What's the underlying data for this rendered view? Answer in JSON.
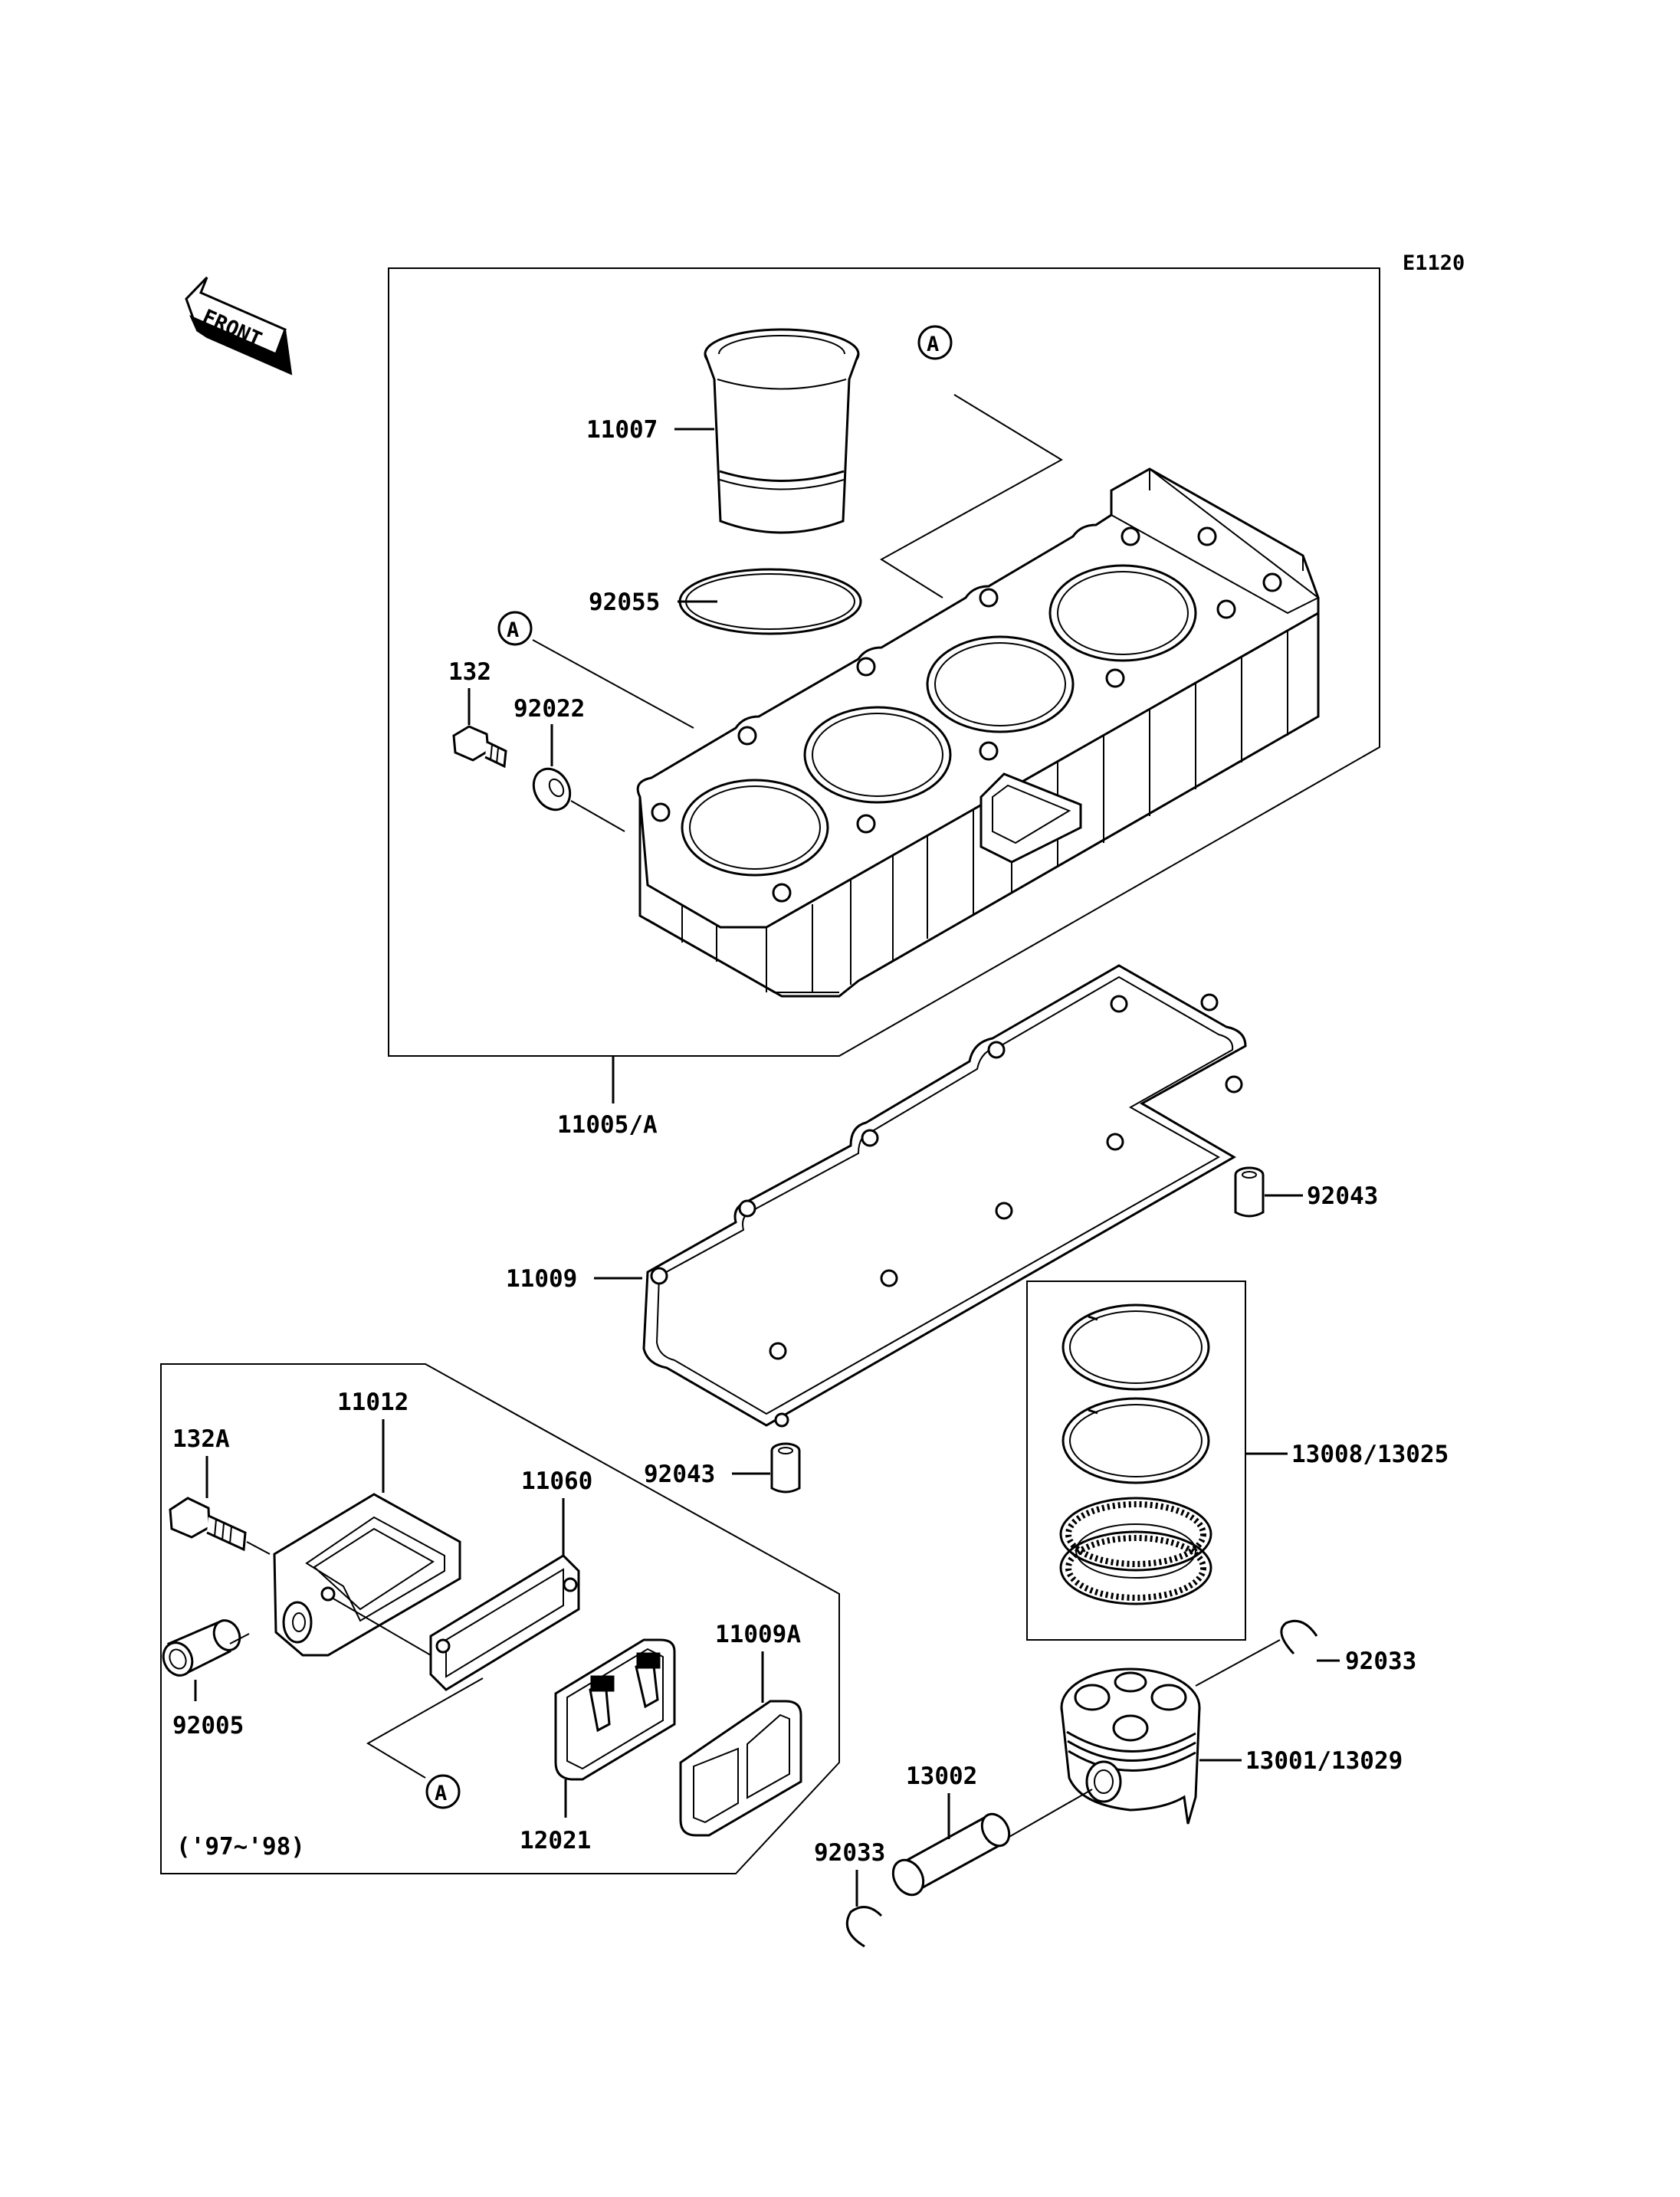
{
  "diagram": {
    "code": "E1120",
    "front_label": "FRONT",
    "callout_letter": "A",
    "year_note": "('97~'98)"
  },
  "parts": {
    "p11007": "11007",
    "p92055": "92055",
    "p132": "132",
    "p92022": "92022",
    "p11005A": "11005/A",
    "p11009": "11009",
    "p92043a": "92043",
    "p92043b": "92043",
    "p13008": "13008/13025",
    "p132A": "132A",
    "p11012": "11012",
    "p11060": "11060",
    "p92005": "92005",
    "p11009A": "11009A",
    "p12021": "12021",
    "p92033a": "92033",
    "p92033b": "92033",
    "p13001": "13001/13029",
    "p13002": "13002"
  }
}
